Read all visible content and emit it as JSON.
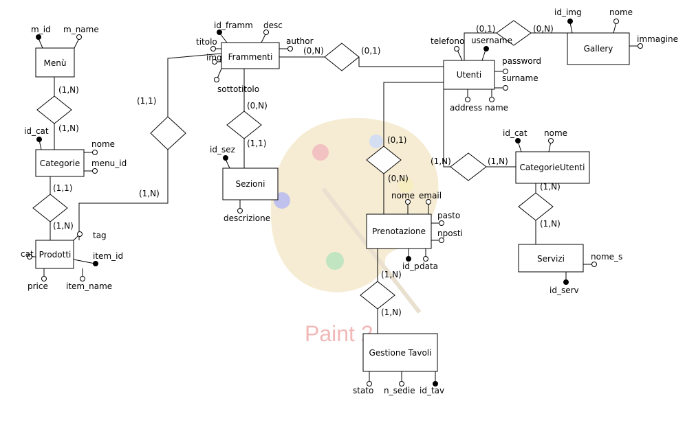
{
  "watermark": {
    "text": "Paint 2"
  },
  "entities": {
    "menu": "Menù",
    "categorie": "Categorie",
    "prodotti": "Prodotti",
    "frammenti": "Frammenti",
    "sezioni": "Sezioni",
    "utenti": "Utenti",
    "gallery": "Gallery",
    "prenotazione": "Prenotazione",
    "gestione_tavoli": "Gestione Tavoli",
    "categorie_utenti": "CategorieUtenti",
    "servizi": "Servizi"
  },
  "attributes": {
    "menu_m_id": "m_id",
    "menu_m_name": "m_name",
    "categorie_id_cat": "id_cat",
    "categorie_nome": "nome",
    "categorie_menu_id": "menu_id",
    "prodotti_cat": "cat",
    "prodotti_tag": "tag",
    "prodotti_item_id": "item_id",
    "prodotti_price": "price",
    "prodotti_item_name": "item_name",
    "frammenti_id_framm": "id_framm",
    "frammenti_desc": "desc",
    "frammenti_titolo": "titolo",
    "frammenti_author": "author",
    "frammenti_img": "img",
    "frammenti_sottotitolo": "sottotitolo",
    "sezioni_id_sez": "id_sez",
    "sezioni_descrizione": "descrizione",
    "utenti_telefono": "telefono",
    "utenti_username": "username",
    "utenti_password": "password",
    "utenti_surname": "surname",
    "utenti_address": "address",
    "utenti_name": "name",
    "gallery_id_img": "id_img",
    "gallery_nome": "nome",
    "gallery_immagine": "immagine",
    "prenotazione_nome": "nome",
    "prenotazione_email": "email",
    "prenotazione_pasto": "pasto",
    "prenotazione_nposti": "nposti",
    "prenotazione_id_p": "id_p",
    "prenotazione_data": "data",
    "tavoli_stato": "stato",
    "tavoli_n_sedie": "n_sedie",
    "tavoli_id_tav": "id_tav",
    "catutenti_id_cat": "id_cat",
    "catutenti_nome": "nome",
    "servizi_nome_s": "nome_s",
    "servizi_id_serv": "id_serv"
  },
  "cardinalities": {
    "menu_categorie_top": "(1,N)",
    "menu_categorie_bottom": "(1,N)",
    "categorie_prodotti_top": "(1,1)",
    "categorie_prodotti_bottom": "(1,N)",
    "frammenti_prodotti_top": "(1,1)",
    "frammenti_prodotti_bottom": "(1,N)",
    "frammenti_sezioni_top": "(0,N)",
    "frammenti_sezioni_bottom": "(1,1)",
    "frammenti_utenti_left": "(0,N)",
    "frammenti_utenti_right": "(0,1)",
    "utenti_gallery_left": "(0,1)",
    "utenti_gallery_right": "(0,N)",
    "utenti_prenotazione_top": "(0,1)",
    "utenti_prenotazione_bottom": "(0,N)",
    "utenti_catutenti_left": "(1,N)",
    "utenti_catutenti_right": "(1,N)",
    "catutenti_servizi_top": "(1,N)",
    "catutenti_servizi_bottom": "(1,N)",
    "prenotazione_tavoli_top": "(1,N)",
    "prenotazione_tavoli_bottom": "(1,N)"
  }
}
